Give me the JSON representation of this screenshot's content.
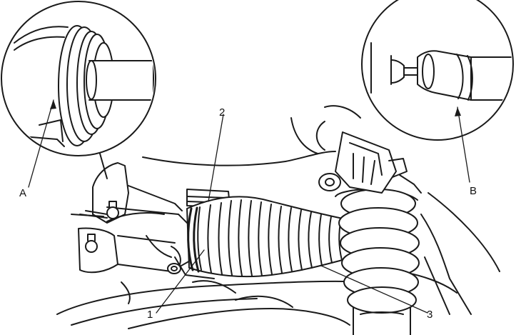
{
  "labels": {
    "A": "A",
    "B": "B",
    "one": "1",
    "two": "2",
    "three": "3"
  },
  "colors": {
    "ink": "#1a1a1a",
    "paper": "#ffffff"
  }
}
